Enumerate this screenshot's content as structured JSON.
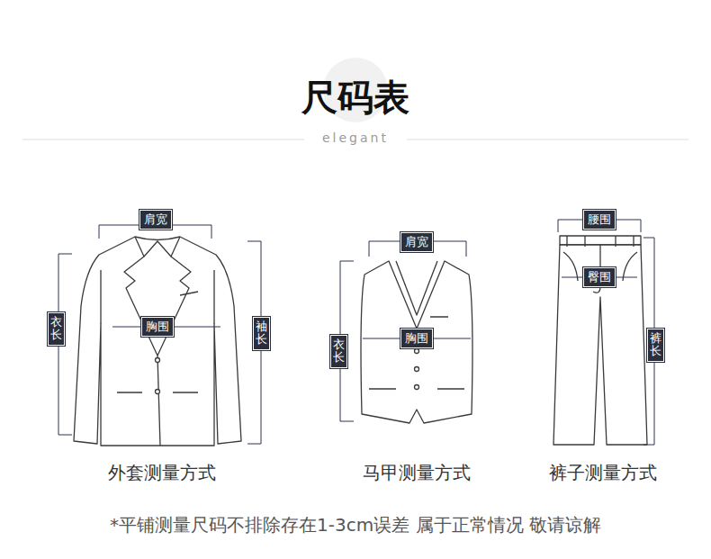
{
  "diagram": {
    "title": "尺码表",
    "caption": "*平铺测量尺码不排除存在1-3cm误差 属于正常情况 敬请谅解",
    "nodes": [
      {
        "text": [
          "肩宽"
        ]
      },
      {
        "text": [
          "衣长"
        ]
      },
      {
        "text": [
          "胸围"
        ]
      },
      {
        "text": [
          "袖长"
        ]
      },
      {
        "text": [
          "肩宽"
        ]
      },
      {
        "text": [
          "衣长"
        ]
      },
      {
        "text": [
          "胸围"
        ]
      },
      {
        "text": [
          "腰围"
        ]
      },
      {
        "text": [
          "臀围"
        ]
      },
      {
        "text": [
          "裤长"
        ]
      }
    ],
    "labels": [
      "elegant",
      "外套测量方式",
      "马甲测量方式",
      "裤子测量方式"
    ]
  }
}
